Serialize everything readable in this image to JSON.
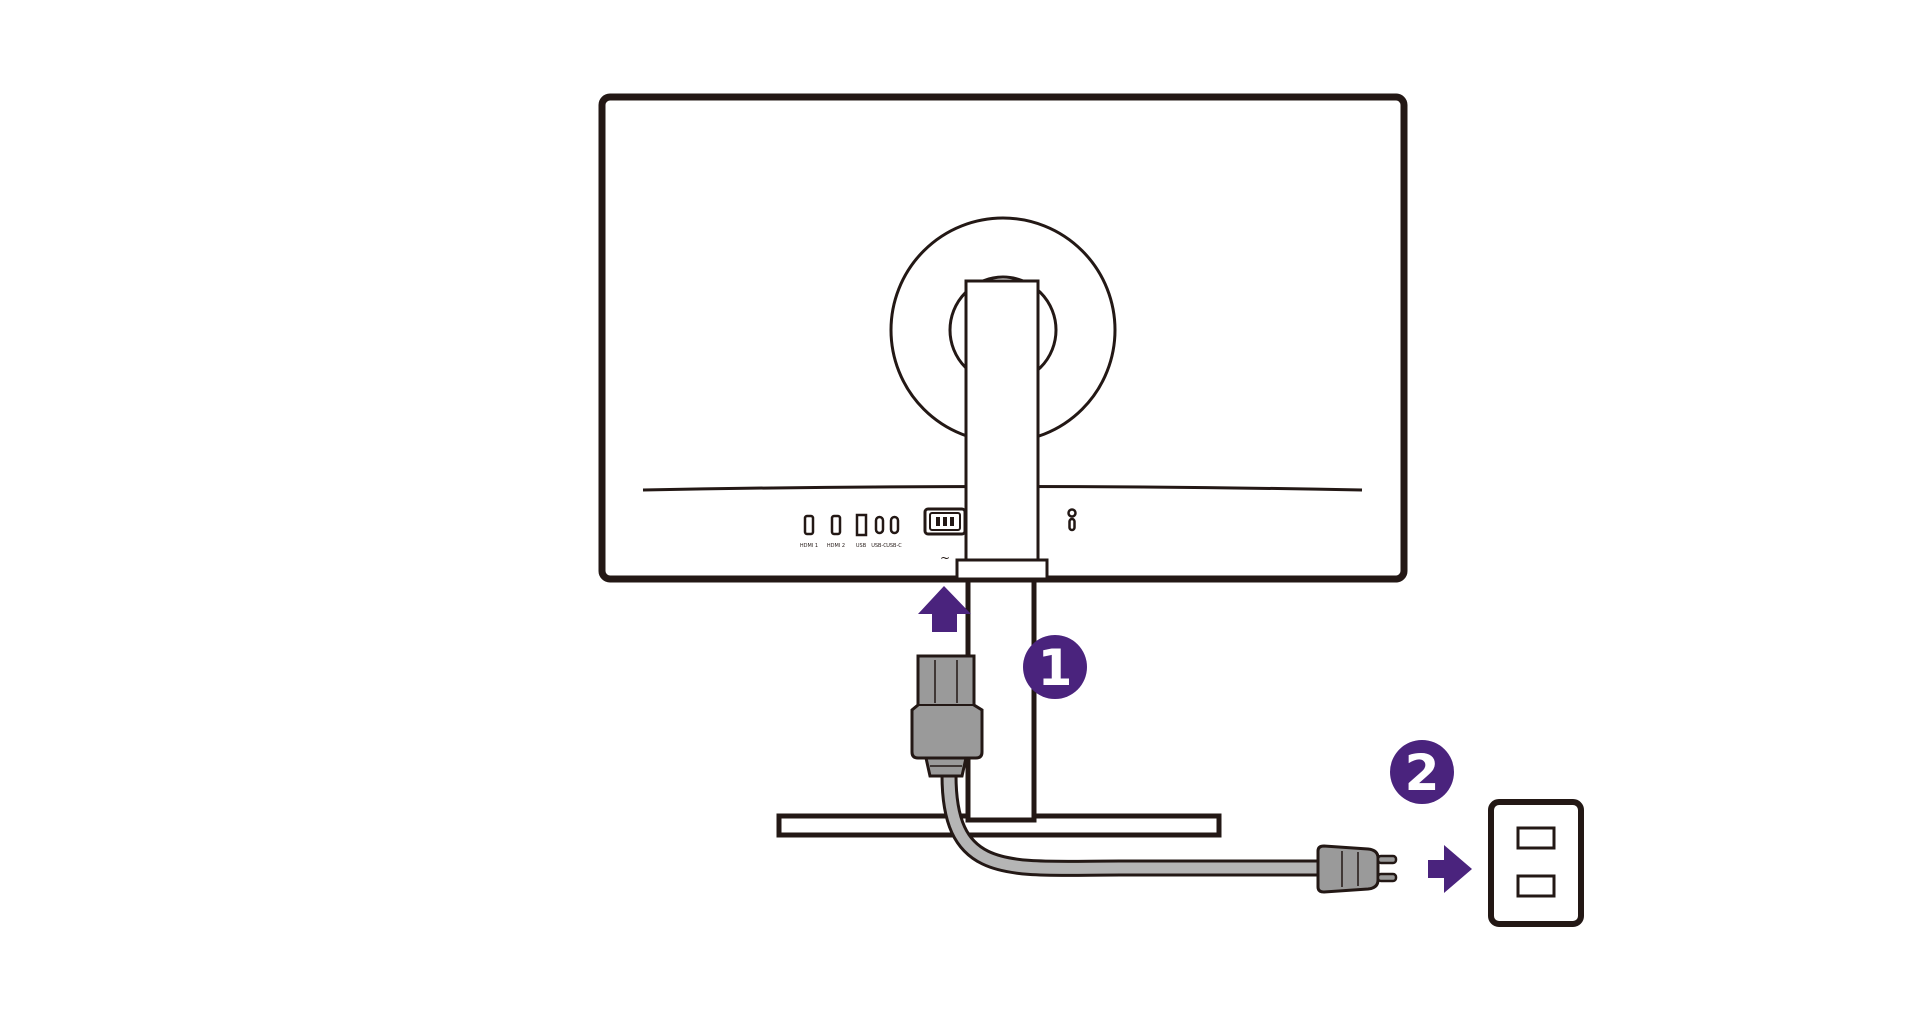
{
  "diagram": {
    "steps": [
      {
        "number": "1",
        "description": ""
      },
      {
        "number": "2",
        "description": ""
      }
    ],
    "port_labels": {
      "hdmi_1": "HDMI 1",
      "hdmi_2": "HDMI 2",
      "usb": "USB",
      "usb_c_1": "USB-C",
      "usb_c_2": "USB-C"
    },
    "power_symbol": "~"
  },
  "colors": {
    "outline": "#231815",
    "accent": "#4a237d",
    "cable": "#b5b5b5",
    "connector": "#9a9a9a",
    "background": "#ffffff"
  },
  "icons": {
    "step_marker": "numbered-circle",
    "direction": "arrow",
    "monitor": "monitor-back-view",
    "outlet": "wall-outlet",
    "plug": "power-plug"
  }
}
